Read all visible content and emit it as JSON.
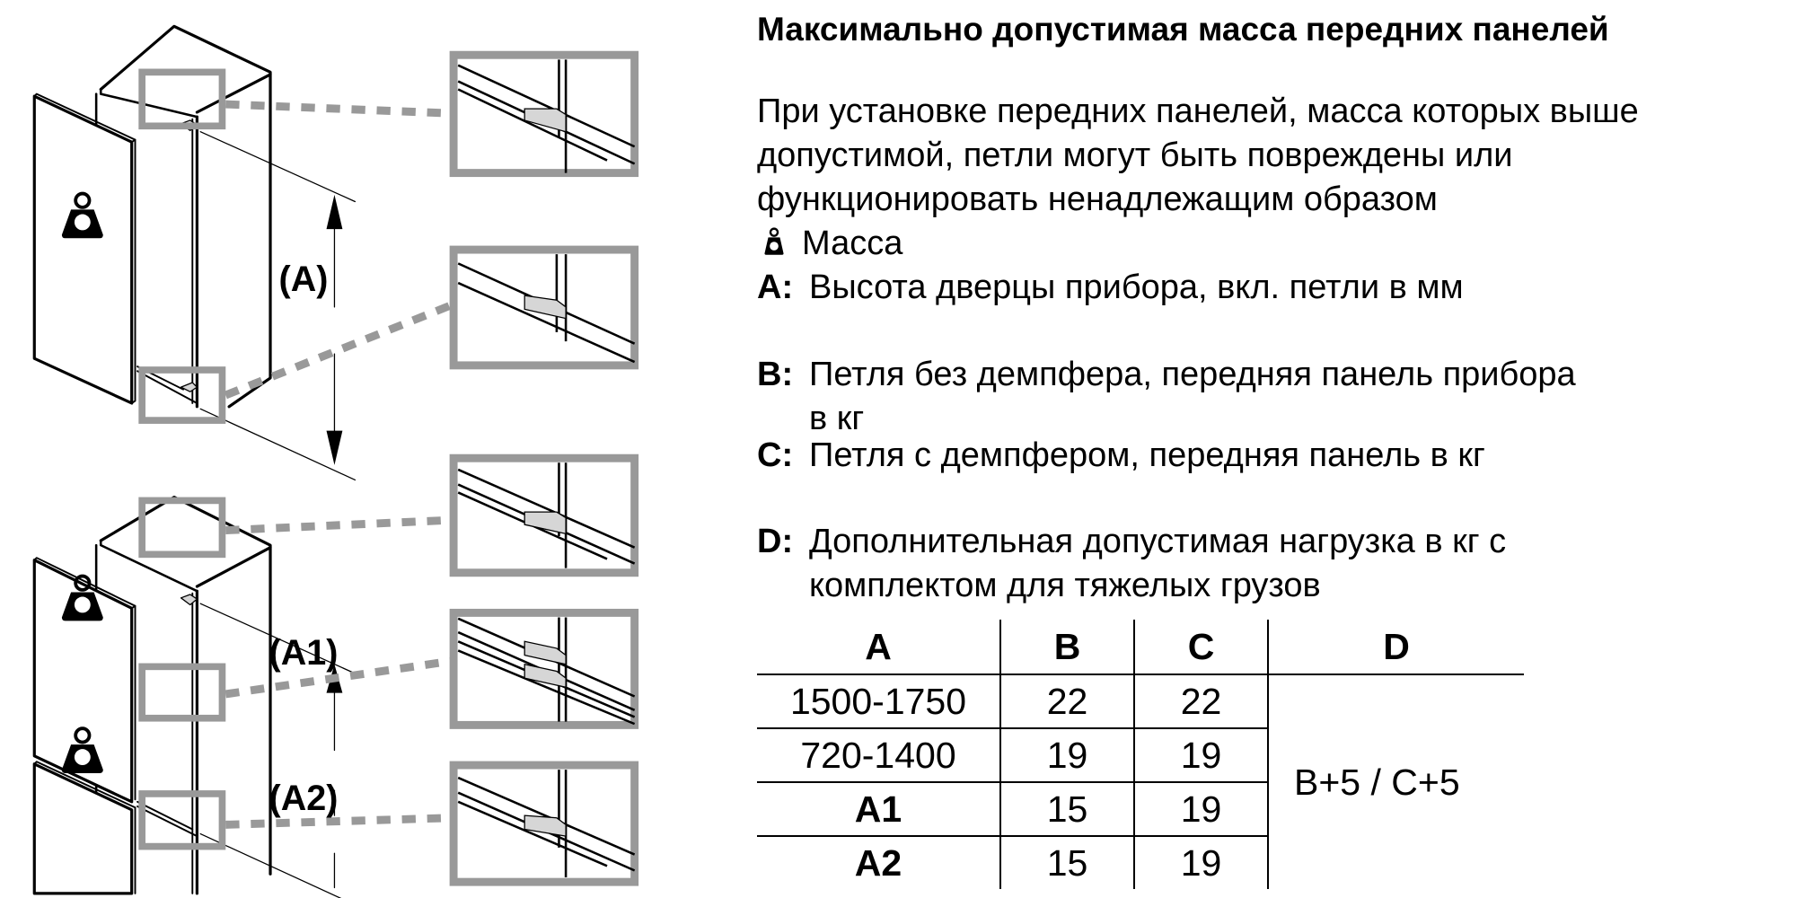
{
  "title": "Максимально допустимая масса передних панелей",
  "intro_lines": [
    "При установке передних панелей, масса которых выше",
    "допустимой, петли могут быть повреждены или",
    "функционировать ненадлежащим образом"
  ],
  "legend": {
    "mass": {
      "icon": "weight-icon",
      "label": "Масса"
    },
    "A": {
      "key": "A:",
      "text": "Высота дверцы прибора, вкл. петли в мм"
    },
    "B": {
      "key": "B:",
      "text": "Петля без демпфера, передняя панель прибора",
      "text2": "в кг"
    },
    "C": {
      "key": "C:",
      "text": "Петля с демпфером, передняя панель в кг"
    },
    "D": {
      "key": "D:",
      "text": "Дополнительная допустимая нагрузка в кг с",
      "text2": "комплектом для тяжелых грузов"
    }
  },
  "table": {
    "headers": [
      "A",
      "B",
      "C",
      "D"
    ],
    "rows": [
      {
        "a": "1500-1750",
        "b": "22",
        "c": "22"
      },
      {
        "a": "720-1400",
        "b": "19",
        "c": "19"
      },
      {
        "a": "A1",
        "b": "15",
        "c": "19"
      },
      {
        "a": "A2",
        "b": "15",
        "c": "19"
      }
    ],
    "d_value": "B+5 / C+5"
  },
  "diagram": {
    "labels": {
      "a": "(A)",
      "a1": "(A1)",
      "a2": "(A2)"
    },
    "colors": {
      "line": "#000000",
      "callout": "#999999",
      "hinge": "#d6d6d6"
    }
  }
}
